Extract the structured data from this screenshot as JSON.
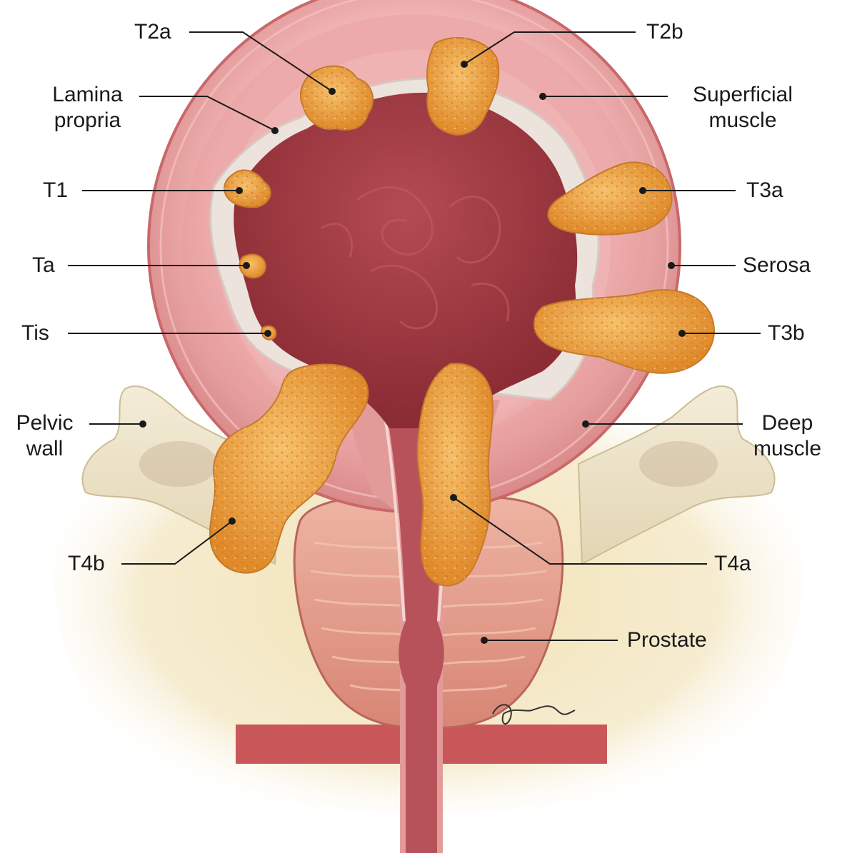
{
  "labels": {
    "t2a": "T2a",
    "t2b": "T2b",
    "lamina_propria": "Lamina\npropria",
    "superficial_muscle": "Superficial\nmuscle",
    "t1": "T1",
    "t3a": "T3a",
    "ta": "Ta",
    "serosa": "Serosa",
    "tis": "Tis",
    "t3b": "T3b",
    "pelvic_wall": "Pelvic\nwall",
    "deep_muscle": "Deep\nmuscle",
    "t4b": "T4b",
    "t4a": "T4a",
    "prostate": "Prostate"
  },
  "colors": {
    "bladder_wall": "#e8a2a2",
    "lumen": "#a84046",
    "lamina": "#e6ddd8",
    "tumor": "#eea64a",
    "bone": "#efe6cf",
    "fat": "#f3e6bd",
    "prostate": "#e8a391"
  }
}
